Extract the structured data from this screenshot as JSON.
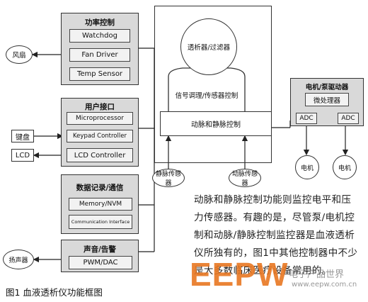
{
  "power_panel": {
    "title": "功率控制",
    "items": [
      "Watchdog",
      "Fan Driver",
      "Temp Sensor"
    ]
  },
  "user_panel": {
    "title": "用户接口",
    "items": [
      "Microprocessor",
      "Keypad Controller",
      "LCD Controller"
    ]
  },
  "data_panel": {
    "title": "数据记录/通信",
    "items": [
      "Memory/NVM",
      "Communication Interface"
    ]
  },
  "alarm_panel": {
    "title": "声音/告警",
    "items": [
      "PWM/DAC"
    ]
  },
  "external": {
    "fan": "风扇",
    "keyboard": "键盘",
    "lcd": "LCD",
    "speaker": "扬声器"
  },
  "center": {
    "filter": "透析器/过滤器",
    "signal": "信号调理/传感器控制",
    "control": "动脉和静脉控制"
  },
  "sensors": {
    "vein": "静脉传感器",
    "artery": "动脉传感器"
  },
  "motor_panel": {
    "title": "电机/泵驱动器",
    "micro": "微处理器",
    "adc_left": "ADC",
    "adc_right": "ADC",
    "motor_left": "电机",
    "motor_right": "电机"
  },
  "paragraph": [
    "动脉和静脉控制功能则监控电平和压",
    "力传感器。有趣的是，尽管泵/电机控",
    "制和动脉/静脉控制监控器是血液透析",
    "仪所独有的，图1中其他控制器中不少",
    "是大多数临床医疗设备常用的。"
  ],
  "caption": "图1  血液透析仪功能框图",
  "watermark": {
    "logo": "EEPW",
    "text": "电子产品世界",
    "url": "www.eepw.com.cn"
  },
  "colors": {
    "panel": "#d9d9d9",
    "inner": "#f2f2f2",
    "watermark": "#e87722"
  }
}
